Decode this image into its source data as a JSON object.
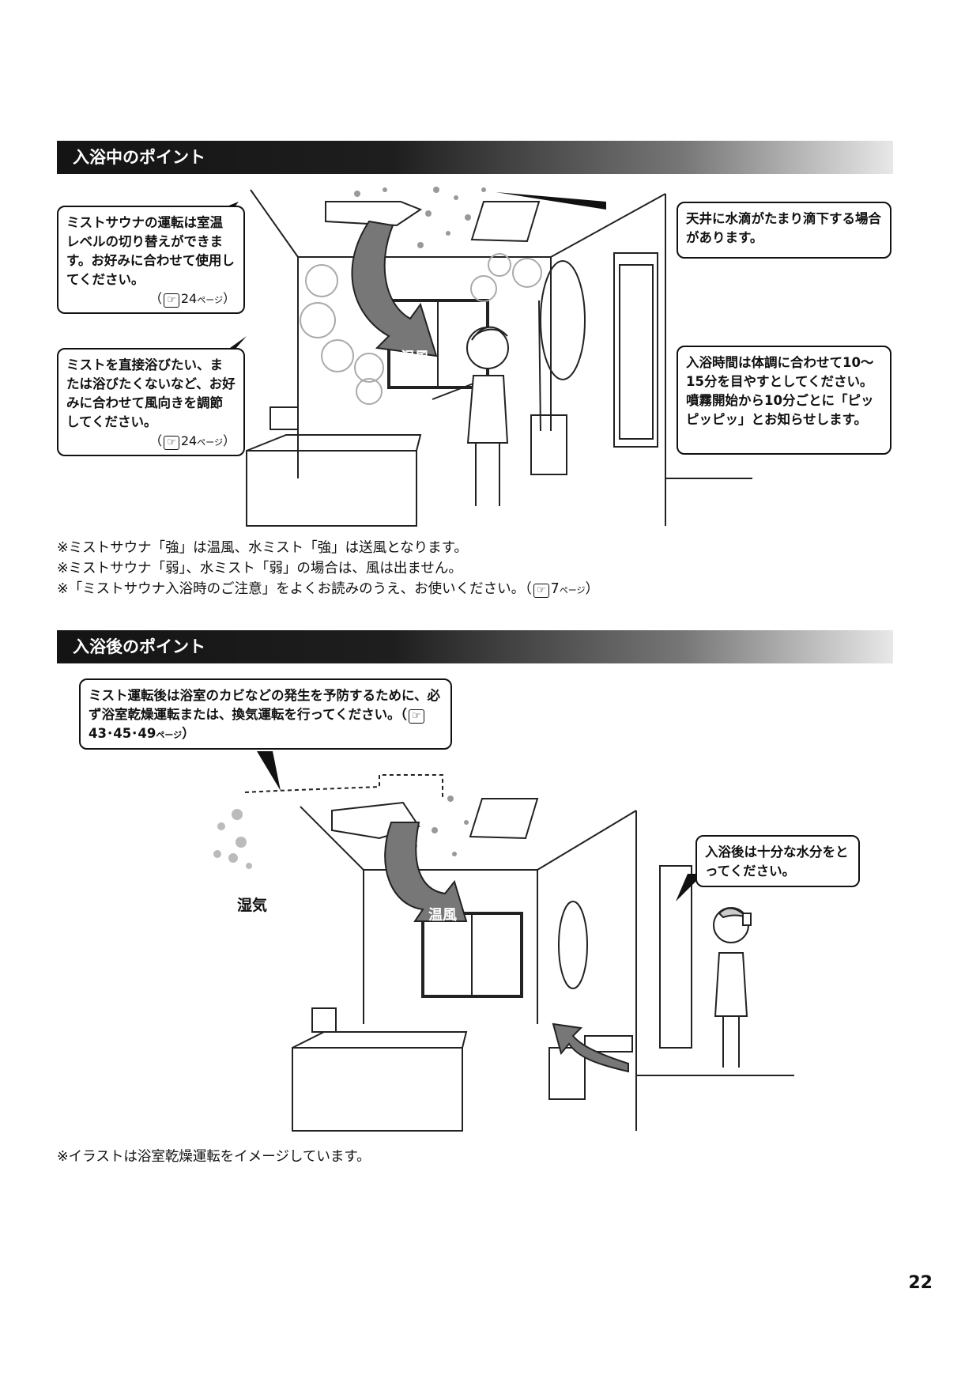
{
  "section1": {
    "title": "入浴中のポイント",
    "callout_left_top": {
      "text": "ミストサウナの運転は室温レベルの切り替えができます。お好みに合わせて使用してください。",
      "ref_open": "（",
      "ref_page": "24",
      "ref_unit": "ページ",
      "ref_close": "）"
    },
    "callout_left_bottom": {
      "text": "ミストを直接浴びたい、または浴びたくないなど、お好みに合わせて風向きを調節してください。",
      "ref_open": "（",
      "ref_page": "24",
      "ref_unit": "ページ",
      "ref_close": "）"
    },
    "callout_right_top": {
      "text": "天井に水滴がたまり滴下する場合があります。"
    },
    "callout_right_bottom": {
      "text": "入浴時間は体調に合わせて10～15分を目やすとしてください。噴霧開始から10分ごとに「ピッピッピッ」とお知らせします。"
    },
    "arrow_label": "温風",
    "notes": [
      "※ミストサウナ「強」は温風、水ミスト「強」は送風となります。",
      "※ミストサウナ「弱」、水ミスト「弱」の場合は、風は出ません。",
      "※「ミストサウナ入浴時のご注意」をよくお読みのうえ、お使いください。（"
    ],
    "note3_ref_page": "7",
    "note3_ref_unit": "ページ",
    "note3_ref_close": "）"
  },
  "section2": {
    "title": "入浴後のポイント",
    "callout_top": {
      "text": "ミスト運転後は浴室のカビなどの発生を予防するために、必ず浴室乾燥運転または、換気運転を行ってください。（",
      "ref_page": "43･45･49",
      "ref_unit": "ページ",
      "ref_close": "）"
    },
    "callout_right": {
      "text": "入浴後は十分な水分をとってください。"
    },
    "humidity_label": "湿気",
    "arrow_label": "温風",
    "note": "※イラストは浴室乾燥運転をイメージしています。"
  },
  "icons": {
    "reference": "finger-pointing-icon"
  },
  "page_number": "22"
}
